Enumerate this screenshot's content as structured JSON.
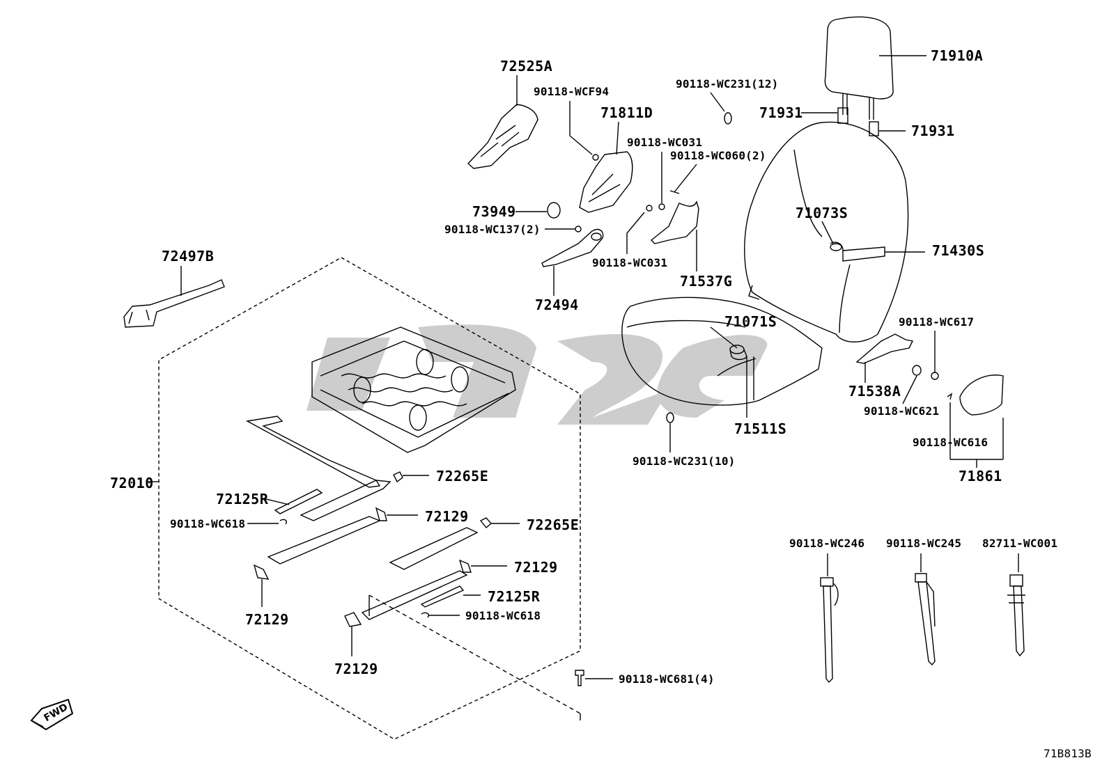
{
  "diagram": {
    "labels": {
      "p71910A": "71910A",
      "p90118_WC231_12": "90118-WC231(12)",
      "p71931_a": "71931",
      "p71931_b": "71931",
      "p72525A": "72525A",
      "p90118_WCF94": "90118-WCF94",
      "p71811D": "71811D",
      "p90118_WC031_a": "90118-WC031",
      "p90118_WC060_2": "90118-WC060(2)",
      "p73949": "73949",
      "p90118_WC137_2": "90118-WC137(2)",
      "p71073S": "71073S",
      "p71430S": "71430S",
      "p72497B": "72497B",
      "p90118_WC031_b": "90118-WC031",
      "p71537G": "71537G",
      "p72494": "72494",
      "p71071S": "71071S",
      "p90118_WC617": "90118-WC617",
      "p71538A": "71538A",
      "p90118_WC621": "90118-WC621",
      "p71511S": "71511S",
      "p90118_WC616": "90118-WC616",
      "p71861": "71861",
      "p90118_WC231_10": "90118-WC231(10)",
      "p72010": "72010",
      "p72265E_a": "72265E",
      "p72125R_a": "72125R",
      "p72129_a": "72129",
      "p90118_WC618_a": "90118-WC618",
      "p72265E_b": "72265E",
      "p72129_b": "72129",
      "p72125R_b": "72125R",
      "p90118_WC618_b": "90118-WC618",
      "p72129_c": "72129",
      "p72129_d": "72129",
      "p90118_WC246": "90118-WC246",
      "p90118_WC245": "90118-WC245",
      "p82711_WC001": "82711-WC001",
      "p90118_WC681_4": "90118-WC681(4)",
      "fwd": "FWD",
      "figure_code": "71B813B"
    },
    "colors": {
      "line": "#000000",
      "watermark": "#c8c8c8",
      "background": "#ffffff"
    },
    "icons": {
      "fwd_arrow": "fwd-arrow-icon"
    }
  }
}
